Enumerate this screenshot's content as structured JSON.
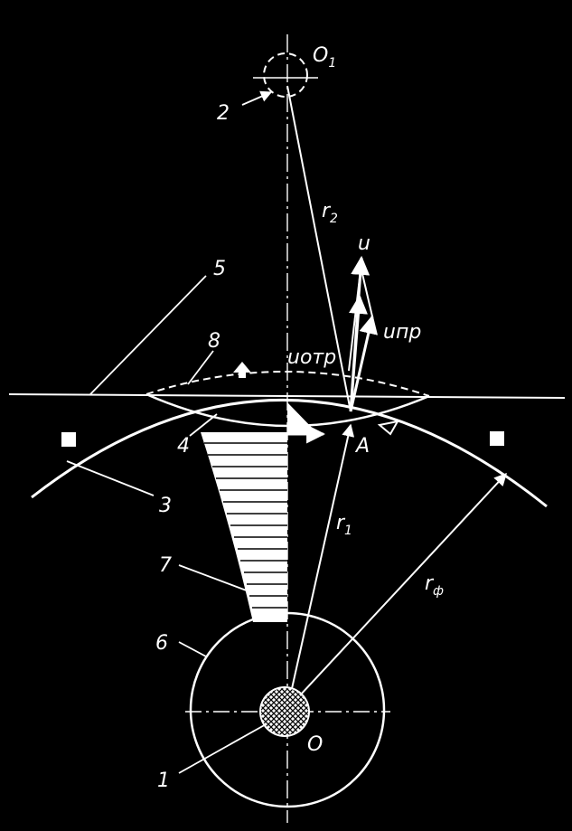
{
  "colors": {
    "background": "#000000",
    "ink": "#ffffff"
  },
  "labels": {
    "o1_main": "O",
    "o1_sub": "1",
    "n2": "2",
    "n5": "5",
    "n8": "8",
    "n4": "4",
    "n3": "3",
    "n7": "7",
    "n6": "6",
    "n1": "1",
    "r2_main": "r",
    "r2_sub": "2",
    "u": "u",
    "unp": "uпр",
    "uotr": "uотр",
    "A": "A",
    "r1_main": "r",
    "r1_sub": "1",
    "rphi_main": "r",
    "rphi_sub": "ф",
    "O": "O"
  }
}
